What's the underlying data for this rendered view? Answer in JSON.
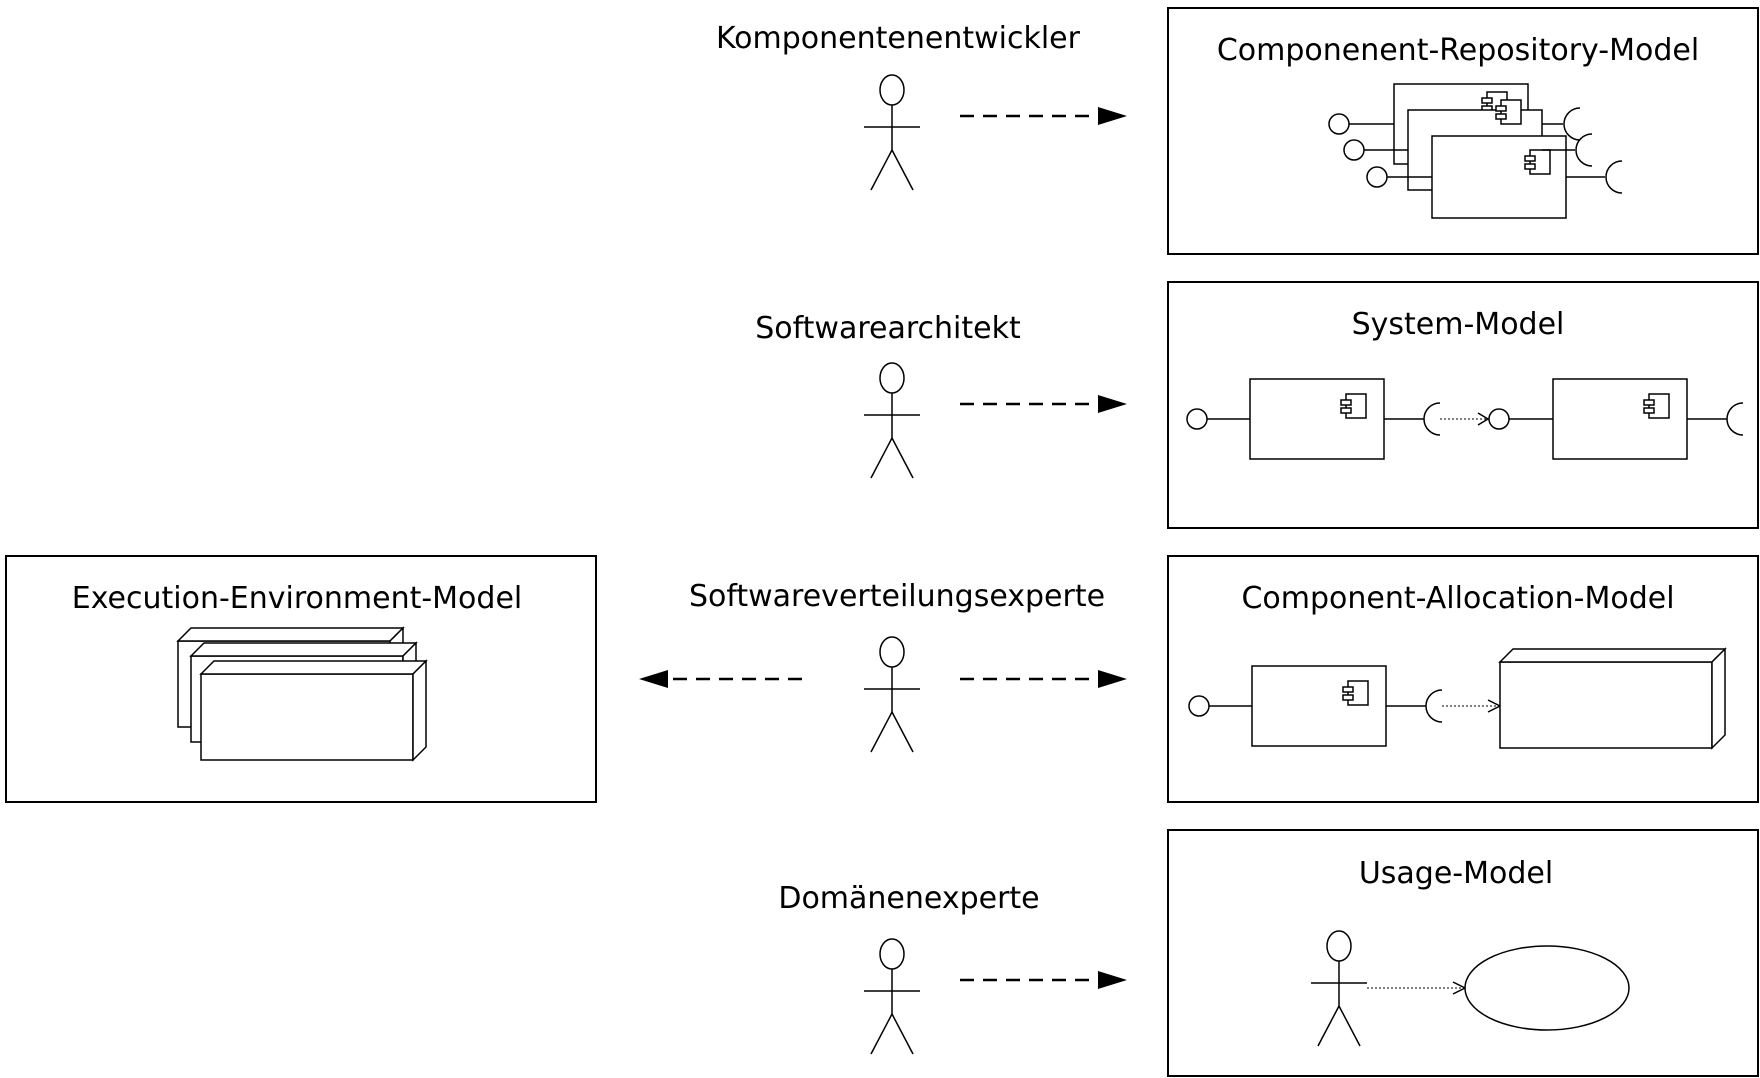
{
  "roles": {
    "component_developer": "Komponentenentwickler",
    "software_architect": "Softwarearchitekt",
    "deployment_expert": "Softwareverteilungsexperte",
    "domain_expert": "Domänenexperte"
  },
  "models": {
    "repository": "Componenent-Repository-Model",
    "system": "System-Model",
    "allocation": "Component-Allocation-Model",
    "usage": "Usage-Model",
    "environment": "Execution-Environment-Model"
  },
  "colors": {
    "stroke": "#000000",
    "background": "#ffffff"
  }
}
